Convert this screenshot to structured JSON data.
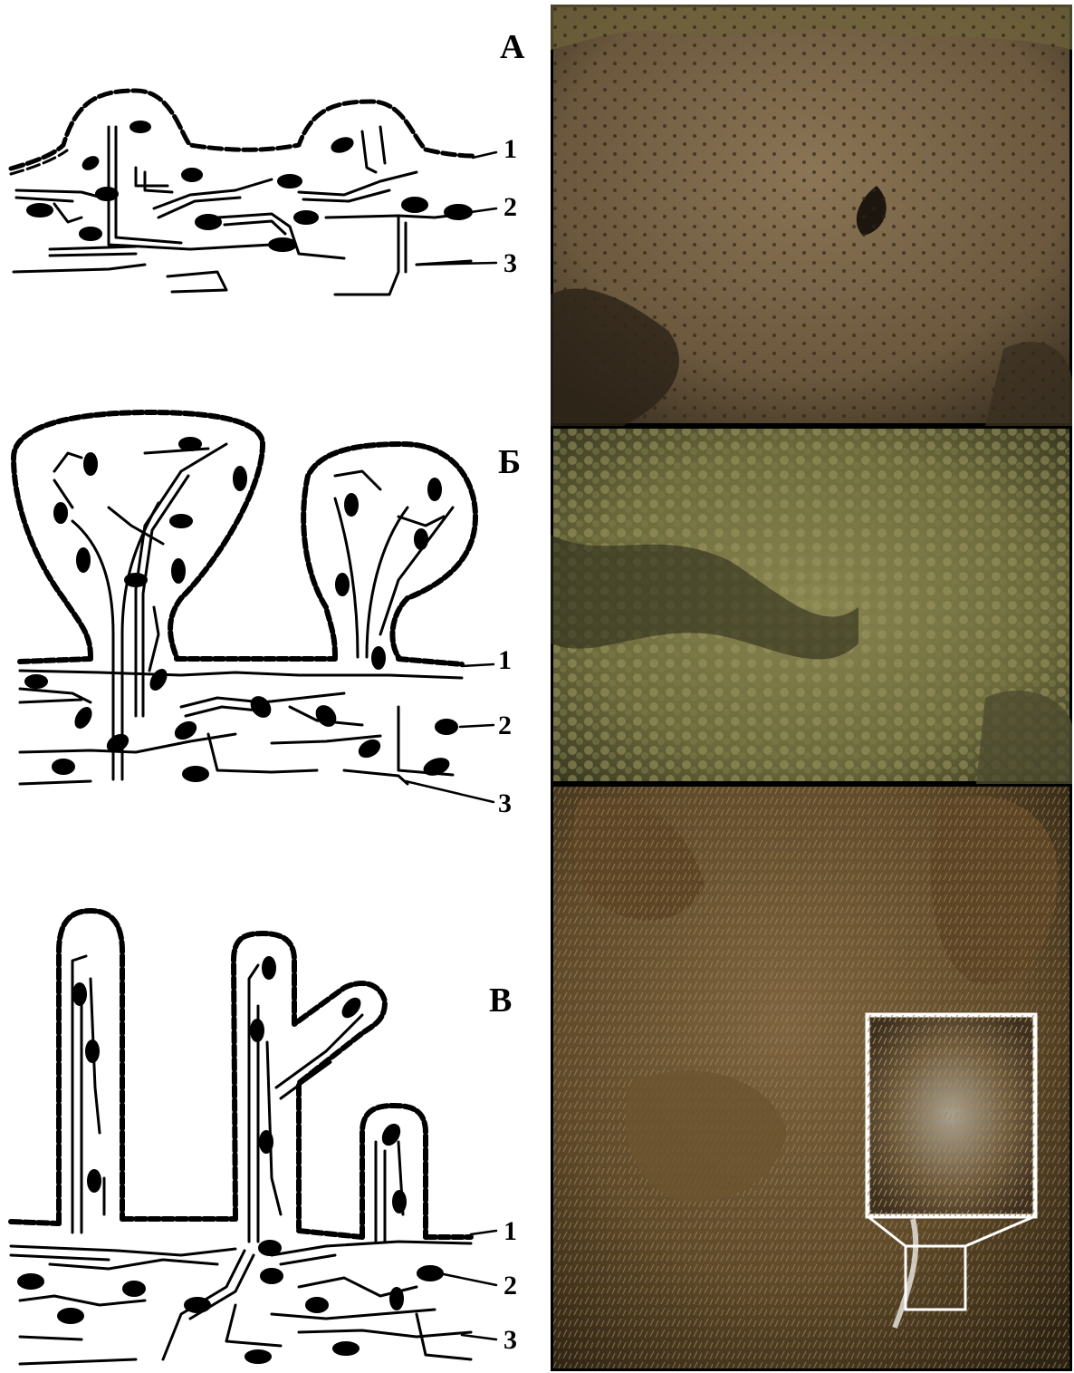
{
  "panels": [
    {
      "letter": "А",
      "labels": [
        "1",
        "2",
        "3"
      ]
    },
    {
      "letter": "Б",
      "labels": [
        "1",
        "2",
        "3"
      ]
    },
    {
      "letter": "В",
      "labels": [
        "1",
        "2",
        "3"
      ]
    }
  ],
  "colors": {
    "photo_a": "#6e5a3f",
    "photo_b": "#6b6a3c",
    "photo_c": "#5f4a2a",
    "frame": "#000000",
    "inset_frame": "#ffffff"
  }
}
